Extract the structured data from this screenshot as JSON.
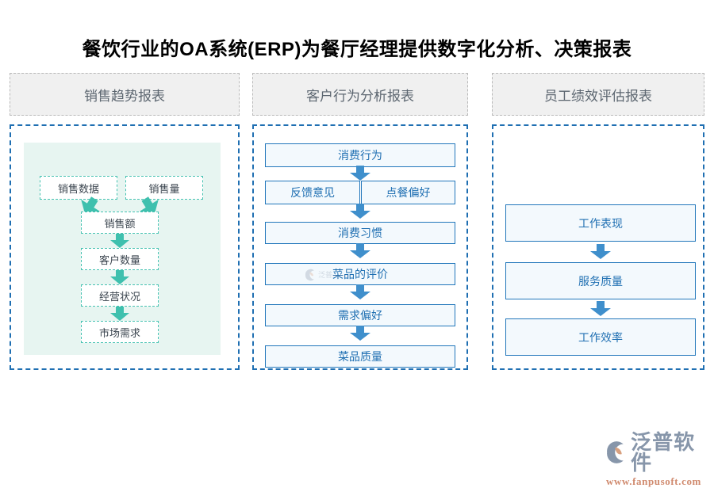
{
  "page": {
    "title": "餐饮行业的OA系统(ERP)为餐厅经理提供数字化分析、决策报表"
  },
  "colors": {
    "panel_border": "#1f6fb2",
    "header_bg": "#f0f0f0",
    "header_border": "#b9b9b9",
    "teal_bg": "#e7f5f1",
    "teal_border": "#45c2b1",
    "teal_arrow": "#3fc0ae",
    "blue_box_border": "#2277bb",
    "blue_box_bg": "#f3f9fd",
    "blue_arrow": "#3f8fcc",
    "brand_text": "#8796aa",
    "brand_url": "#d08a6e"
  },
  "columns": [
    {
      "id": "sales-trend",
      "header": "销售趋势报表",
      "nodes": [
        {
          "id": "sales-data",
          "label": "销售数据"
        },
        {
          "id": "sales-volume",
          "label": "销售量"
        },
        {
          "id": "sales-amount",
          "label": "销售额"
        },
        {
          "id": "customer-count",
          "label": "客户数量"
        },
        {
          "id": "business-status",
          "label": "经营状况"
        },
        {
          "id": "market-demand",
          "label": "市场需求"
        }
      ]
    },
    {
      "id": "customer-behavior",
      "header": "客户行为分析报表",
      "nodes": [
        {
          "id": "consumption-behavior",
          "label": "消费行为"
        },
        {
          "id": "feedback",
          "label": "反馈意见"
        },
        {
          "id": "ordering-preference",
          "label": "点餐偏好"
        },
        {
          "id": "consumption-habit",
          "label": "消费习惯"
        },
        {
          "id": "dish-review",
          "label": "菜品的评价"
        },
        {
          "id": "demand-preference",
          "label": "需求偏好"
        },
        {
          "id": "dish-quality",
          "label": "菜品质量"
        }
      ]
    },
    {
      "id": "staff-performance",
      "header": "员工绩效评估报表",
      "nodes": [
        {
          "id": "work-performance",
          "label": "工作表现"
        },
        {
          "id": "service-quality",
          "label": "服务质量"
        },
        {
          "id": "work-efficiency",
          "label": "工作效率"
        }
      ]
    }
  ],
  "watermark": {
    "name": "泛普",
    "sub": "fanpusoft"
  },
  "brand": {
    "name": "泛普软件",
    "url": "www.fanpusoft.com"
  }
}
